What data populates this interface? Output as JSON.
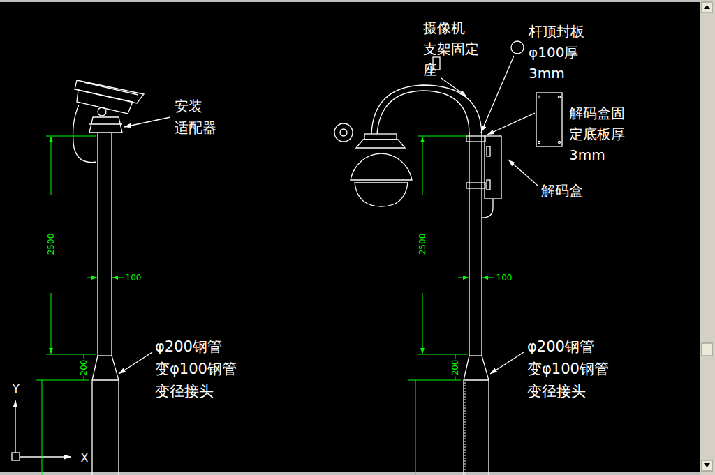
{
  "diagram": {
    "labels": [
      "安装 适配器",
      "2500",
      "100",
      "200",
      "φ200钢管 变φ100钢管 变径接头",
      "摄像机 支架固定 座",
      "杆顶封板 φ100厚 3mm",
      "解码盒固 定底板厚 3mm",
      "解码盒",
      "2500",
      "100",
      "200",
      "φ200钢管 变φ100钢管 变径接头",
      "Y",
      "X"
    ]
  }
}
